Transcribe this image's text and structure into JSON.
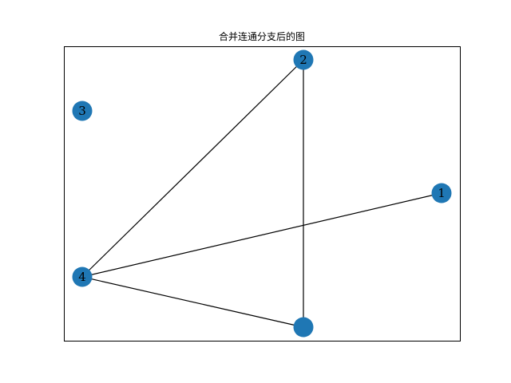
{
  "figure": {
    "title": "合并连通分支后的图",
    "node_color": "#1f77b4",
    "edge_color": "#000000"
  },
  "graph": {
    "nodes": [
      {
        "id": "1",
        "label": "1"
      },
      {
        "id": "2",
        "label": "2"
      },
      {
        "id": "3",
        "label": "3"
      },
      {
        "id": "4",
        "label": "4"
      },
      {
        "id": "5",
        "label": ""
      }
    ],
    "edges": [
      {
        "source": "4",
        "target": "2"
      },
      {
        "source": "4",
        "target": "1"
      },
      {
        "source": "4",
        "target": "5"
      },
      {
        "source": "2",
        "target": "5"
      }
    ]
  }
}
